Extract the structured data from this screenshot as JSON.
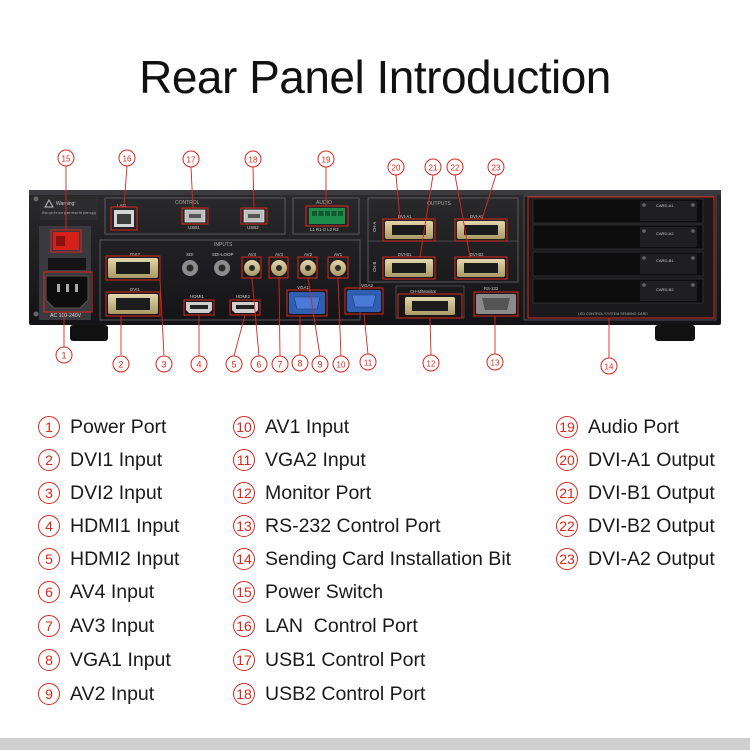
{
  "title": "Rear Panel Introduction",
  "colors": {
    "accent": "#d9271d",
    "chassis": "#1c1c1e",
    "port_gold": "#c8b98a",
    "vga_blue": "#2f5fb5",
    "audio_green": "#1e8c4a"
  },
  "panel": {
    "lan": "LAN",
    "control": "CONTROL",
    "usb1": "USB1",
    "usb2": "USB2",
    "audio": "AUDIO",
    "audio_pins": "L1 R1 G L2 R2",
    "outputs": "OUTPUTS",
    "inputs": "INPUTS",
    "ch_a": "CH-A",
    "ch_b": "CH-B",
    "dvi_a1": "DVI-A1",
    "dvi_a2": "DVI-A2",
    "dvi_b1": "DVI-B1",
    "dvi_b2": "DVI-B2",
    "dvi1": "DVI1",
    "dvi2": "DVI2",
    "sdi": "SDI",
    "sdi_loop": "SDI-LOOP",
    "av4": "AV4",
    "av3": "AV3",
    "av2": "AV2",
    "av1": "AV1",
    "hdmi1": "HDMI1",
    "hdmi2": "HDMI2",
    "vga1": "VGA1",
    "vga2": "VGA2",
    "monitor": "CH-M/Monitor",
    "rs232": "RS-232",
    "card_a1": "CARD-A1",
    "card_a2": "CARD-A2",
    "card_b1": "CARD-B1",
    "card_b2": "CARD-B2",
    "card_caption": "LED CONTROL SYSTEM SENDING CARD",
    "warning_title": "Warning:",
    "warning_text": "When open the cover please remove the power supply",
    "ac": "AC 100-240V"
  },
  "callouts": [
    "1",
    "2",
    "3",
    "4",
    "5",
    "6",
    "7",
    "8",
    "9",
    "10",
    "11",
    "12",
    "13",
    "14",
    "15",
    "16",
    "17",
    "18",
    "19",
    "20",
    "21",
    "22",
    "23"
  ],
  "legend": [
    {
      "num": "1",
      "label": "Power Port"
    },
    {
      "num": "2",
      "label": "DVI1 Input"
    },
    {
      "num": "3",
      "label": "DVI2 Input"
    },
    {
      "num": "4",
      "label": "HDMI1 Input"
    },
    {
      "num": "5",
      "label": "HDMI2 Input"
    },
    {
      "num": "6",
      "label": "AV4 Input"
    },
    {
      "num": "7",
      "label": "AV3 Input"
    },
    {
      "num": "8",
      "label": "VGA1 Input"
    },
    {
      "num": "9",
      "label": "AV2 Input"
    },
    {
      "num": "10",
      "label": "AV1 Input"
    },
    {
      "num": "11",
      "label": "VGA2 Input"
    },
    {
      "num": "12",
      "label": "Monitor Port"
    },
    {
      "num": "13",
      "label": "RS-232 Control Port"
    },
    {
      "num": "14",
      "label": "Sending Card Installation Bit"
    },
    {
      "num": "15",
      "label": "Power Switch"
    },
    {
      "num": "16",
      "label": "LAN  Control Port"
    },
    {
      "num": "17",
      "label": "USB1 Control Port"
    },
    {
      "num": "18",
      "label": "USB2 Control Port"
    },
    {
      "num": "19",
      "label": "Audio Port"
    },
    {
      "num": "20",
      "label": "DVI-A1 Output"
    },
    {
      "num": "21",
      "label": "DVI-B1 Output"
    },
    {
      "num": "22",
      "label": "DVI-B2 Output"
    },
    {
      "num": "23",
      "label": "DVI-A2 Output"
    }
  ]
}
